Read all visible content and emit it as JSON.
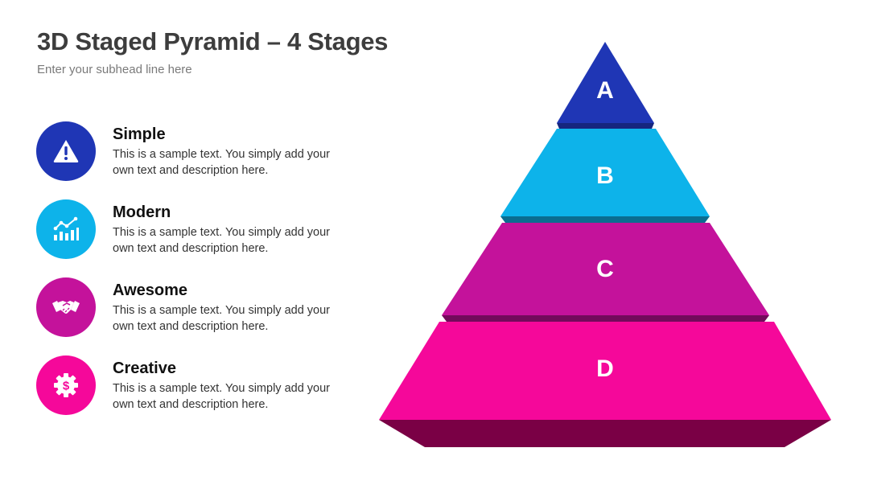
{
  "header": {
    "title": "3D Staged Pyramid – 4 Stages",
    "subtitle": "Enter your subhead line here"
  },
  "items": [
    {
      "heading": "Simple",
      "text": "This is a sample text. You simply add your own text and description here.",
      "icon": "warning-icon",
      "color": "#1f36b5"
    },
    {
      "heading": "Modern",
      "text": "This is a sample text. You simply add your own text and description here.",
      "icon": "chart-icon",
      "color": "#0db3ea"
    },
    {
      "heading": "Awesome",
      "text": "This is a sample text. You simply add your own text and description here.",
      "icon": "handshake-icon",
      "color": "#c4129b"
    },
    {
      "heading": "Creative",
      "text": "This is a sample text. You simply add your own text and description here.",
      "icon": "dollar-gear-icon",
      "color": "#f5089a"
    }
  ],
  "pyramid": {
    "stages": [
      {
        "label": "A",
        "color": "#1f36b5",
        "shade": "#16267e"
      },
      {
        "label": "B",
        "color": "#0db3ea",
        "shade": "#0a6d90"
      },
      {
        "label": "C",
        "color": "#c4129b",
        "shade": "#730a5b"
      },
      {
        "label": "D",
        "color": "#f5089a",
        "shade": "#7a0045"
      }
    ]
  }
}
